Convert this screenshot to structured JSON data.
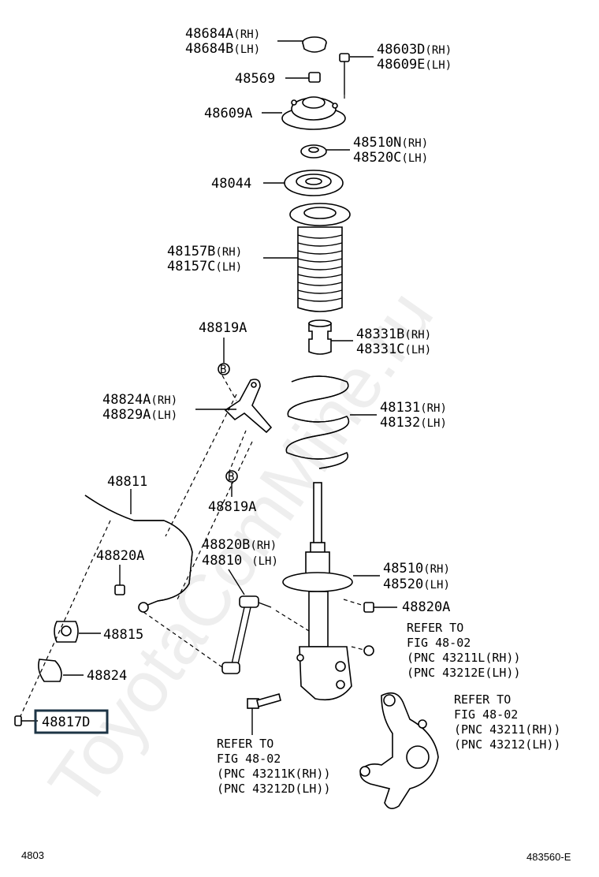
{
  "watermark": "ToyotaComMine.ru",
  "labels": {
    "p48684": [
      "48684A",
      "(RH)",
      "48684B",
      "(LH)"
    ],
    "p48603": [
      "48603D",
      "(RH)",
      "48609E",
      "(LH)"
    ],
    "p48569": "48569",
    "p48609A": "48609A",
    "p48510N": [
      "48510N",
      "(RH)",
      "48520C",
      "(LH)"
    ],
    "p48044": "48044",
    "p48157": [
      "48157B",
      "(RH)",
      "48157C",
      "(LH)"
    ],
    "p48819A_top": "48819A",
    "p48331": [
      "48331B",
      "(RH)",
      "48331C",
      "(LH)"
    ],
    "p48824A": [
      "48824A",
      "(RH)",
      "48829A",
      "(LH)"
    ],
    "p48131": [
      "48131",
      "(RH)",
      "48132",
      "(LH)"
    ],
    "p48811": "48811",
    "p48819A_bot": "48819A",
    "p48820B": [
      "48820B",
      "(RH)",
      "48810",
      "(LH)"
    ],
    "p48820A_left": "48820A",
    "p48510": [
      "48510",
      "(RH)",
      "48520",
      "(LH)"
    ],
    "p48820A_right": "48820A",
    "p48815": "48815",
    "p48824": "48824",
    "p48817D": "48817D",
    "callout_b": "B"
  },
  "refs": {
    "right": [
      "REFER TO",
      "FIG 48-02",
      "(PNC 43211L(RH))",
      "(PNC 43212E(LH))"
    ],
    "knuckle": [
      "REFER TO",
      "FIG 48-02",
      "(PNC 43211(RH))",
      "(PNC 43212(LH))"
    ],
    "bolt": [
      "REFER TO",
      "FIG 48-02",
      "(PNC 43211K(RH))",
      "(PNC 43212D(LH))"
    ]
  },
  "footer": {
    "left": "4803",
    "right": "483560-E"
  },
  "colors": {
    "highlight_box": "#1d3445",
    "watermark": "#cfcfcf"
  }
}
